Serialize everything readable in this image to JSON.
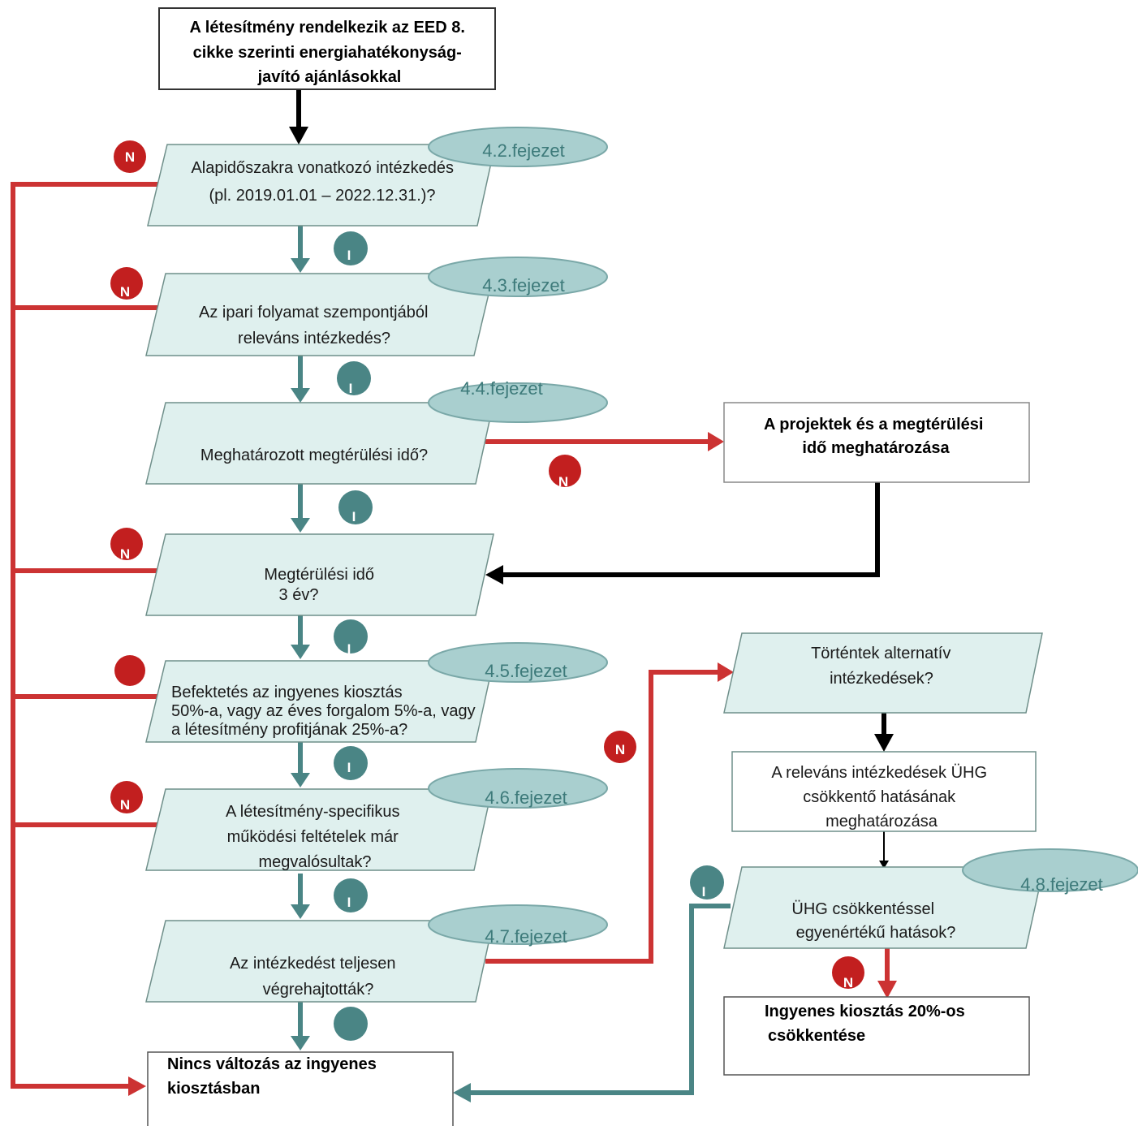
{
  "colors": {
    "decision_fill": "#dff0ee",
    "decision_stroke": "#6f8f8a",
    "ellipse_fill": "#a9cfcf",
    "ellipse_stroke": "#7aa8a8",
    "teal": "#4a8585",
    "red": "#cc3333",
    "black": "#000000",
    "badge_no": "#c21f1f",
    "badge_yes": "#4a8585"
  },
  "nodes": {
    "start": {
      "lines": [
        "A létesítmény rendelkezik az EED 8.",
        "cikke szerinti energiahatékonyság-",
        "javító ajánlásokkal"
      ]
    },
    "q1": {
      "lines": [
        "Alapidőszakra vonatkozó intézkedés",
        "(pl. 2019.01.01 – 2022.12.31.)?"
      ],
      "chapter": "4.2.fejezet"
    },
    "q2": {
      "lines": [
        "Az ipari folyamat szempontjából",
        "releváns intézkedés?"
      ],
      "chapter": "4.3.fejezet"
    },
    "q3": {
      "lines": [
        "Meghatározott megtérülési idő?"
      ],
      "chapter": "4.4.fejezet"
    },
    "q4": {
      "lines": [
        "Megtérülési idő",
        "3 év?"
      ]
    },
    "q5": {
      "lines": [
        "Befektetés az ingyenes kiosztás",
        "50%-a, vagy az éves forgalom 5%-a, vagy",
        "a létesítmény profitjának 25%-a?"
      ],
      "chapter": "4.5.fejezet"
    },
    "q6": {
      "lines": [
        "A létesítmény-specifikus",
        "működési feltételek már",
        "megvalósultak?"
      ],
      "chapter": "4.6.fejezet"
    },
    "q7": {
      "lines": [
        "Az intézkedést teljesen",
        "végrehajtották?"
      ],
      "chapter": "4.7.fejezet"
    },
    "payback_box": {
      "lines": [
        "A projektek és a megtérülési",
        "idő meghatározása"
      ]
    },
    "alt": {
      "lines": [
        "Történtek alternatív",
        "intézkedések?"
      ]
    },
    "ghg_box": {
      "lines": [
        "A releváns intézkedések ÜHG",
        "csökkentő hatásának",
        "meghatározása"
      ]
    },
    "equiv": {
      "lines": [
        "ÜHG csökkentéssel",
        "egyenértékű hatások?"
      ],
      "chapter": "4.8.fejezet"
    },
    "reduce": {
      "lines": [
        "Ingyenes kiosztás 20%-os",
        "csökkentése"
      ]
    },
    "nochange": {
      "lines": [
        "Nincs változás az ingyenes",
        "kiosztásban"
      ]
    }
  },
  "badges": {
    "no": "N",
    "yes": "I"
  }
}
